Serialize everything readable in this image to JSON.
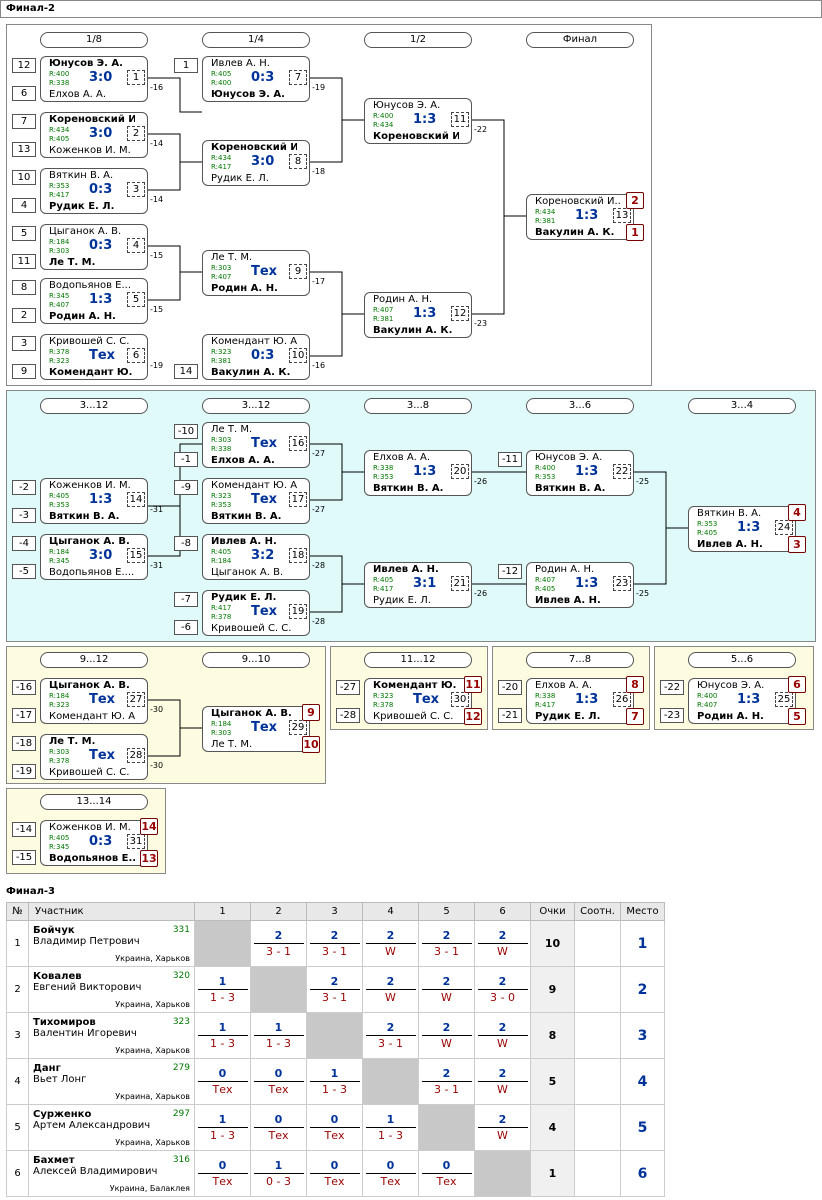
{
  "final2": {
    "title": "Финал-2",
    "main": {
      "rounds": [
        "1/8",
        "1/4",
        "1/2",
        "Финал"
      ]
    },
    "s312": {
      "rounds": [
        "3...12",
        "3...12",
        "3...8",
        "3...6",
        "3...4"
      ]
    },
    "s912": {
      "rounds": [
        "9...12",
        "9...10"
      ]
    },
    "s1112": {
      "rounds": [
        "11...12"
      ]
    },
    "s78": {
      "rounds": [
        "7...8"
      ]
    },
    "s56": {
      "rounds": [
        "5...6"
      ]
    },
    "s1314": {
      "rounds": [
        "13...14"
      ]
    },
    "matches": [
      {
        "id": "m1",
        "p1": "Юнусов Э. А.",
        "r1": "R:400",
        "p2": "Елхов А. А.",
        "r2": "R:338",
        "score": "3:0",
        "num": "1",
        "w": 1,
        "s1": "12",
        "s2": "6",
        "out": "-16"
      },
      {
        "id": "m2",
        "p1": "Кореновский И...",
        "r1": "R:434",
        "p2": "Коженков И. М.",
        "r2": "R:405",
        "score": "3:0",
        "num": "2",
        "w": 1,
        "s1": "7",
        "s2": "13",
        "out": "-14"
      },
      {
        "id": "m3",
        "p1": "Вяткин В. А.",
        "r1": "R:353",
        "p2": "Рудик Е. Л.",
        "r2": "R:417",
        "score": "0:3",
        "num": "3",
        "w": 2,
        "s1": "10",
        "s2": "4",
        "out": "-14"
      },
      {
        "id": "m4",
        "p1": "Цыганок А. В.",
        "r1": "R:184",
        "p2": "Ле Т. М.",
        "r2": "R:303",
        "score": "0:3",
        "num": "4",
        "w": 2,
        "s1": "5",
        "s2": "11",
        "out": "-15"
      },
      {
        "id": "m5",
        "p1": "Водопьянов Е...",
        "r1": "R:345",
        "p2": "Родин А. Н.",
        "r2": "R:407",
        "score": "1:3",
        "num": "5",
        "w": 2,
        "s1": "8",
        "s2": "2",
        "out": "-15"
      },
      {
        "id": "m6",
        "p1": "Кривошей С. С.",
        "r1": "R:378",
        "p2": "Комендант Ю. А.",
        "r2": "R:323",
        "score": "Тех",
        "num": "6",
        "w": 2,
        "s1": "3",
        "s2": "9",
        "out": "-19"
      },
      {
        "id": "m7",
        "p1": "Ивлев А. Н.",
        "r1": "R:405",
        "p2": "Юнусов Э. А.",
        "r2": "R:400",
        "score": "0:3",
        "num": "7",
        "w": 2,
        "s1": "1",
        "out": "-19"
      },
      {
        "id": "m8",
        "p1": "Кореновский И...",
        "r1": "R:434",
        "p2": "Рудик Е. Л.",
        "r2": "R:417",
        "score": "3:0",
        "num": "8",
        "w": 1,
        "out": "-18"
      },
      {
        "id": "m9",
        "p1": "Ле Т. М.",
        "r1": "R:303",
        "p2": "Родин А. Н.",
        "r2": "R:407",
        "score": "Тех",
        "num": "9",
        "w": 2,
        "out": "-17"
      },
      {
        "id": "m10",
        "p1": "Комендант Ю. А.",
        "r1": "R:323",
        "p2": "Вакулин А. К.",
        "r2": "R:381",
        "score": "0:3",
        "num": "10",
        "w": 2,
        "s2": "14",
        "out": "-16"
      },
      {
        "id": "m11",
        "p1": "Юнусов Э. А.",
        "r1": "R:400",
        "p2": "Кореновский И...",
        "r2": "R:434",
        "score": "1:3",
        "num": "11",
        "w": 2,
        "out": "-22"
      },
      {
        "id": "m12",
        "p1": "Родин А. Н.",
        "r1": "R:407",
        "p2": "Вакулин А. К.",
        "r2": "R:381",
        "score": "1:3",
        "num": "12",
        "w": 2,
        "out": "-23"
      },
      {
        "id": "m13",
        "p1": "Кореновский И...",
        "r1": "R:434",
        "p2": "Вакулин А. К.",
        "r2": "R:381",
        "score": "1:3",
        "num": "13",
        "w": 2,
        "pl1": "2",
        "pl2": "1"
      },
      {
        "id": "m14",
        "p1": "Коженков И. М.",
        "r1": "R:405",
        "p2": "Вяткин В. А.",
        "r2": "R:353",
        "score": "1:3",
        "num": "14",
        "w": 2,
        "s1": "-2",
        "s2": "-3",
        "out": "-31"
      },
      {
        "id": "m15",
        "p1": "Цыганок А. В.",
        "r1": "R:184",
        "p2": "Водопьянов Е....",
        "r2": "R:345",
        "score": "3:0",
        "num": "15",
        "w": 1,
        "s1": "-4",
        "s2": "-5",
        "out": "-31"
      },
      {
        "id": "m16",
        "p1": "Ле Т. М.",
        "r1": "R:303",
        "p2": "Елхов А. А.",
        "r2": "R:338",
        "score": "Тех",
        "num": "16",
        "w": 2,
        "s1": "-10",
        "s2": "-1",
        "out": "-27"
      },
      {
        "id": "m17",
        "p1": "Комендант Ю. А.",
        "r1": "R:323",
        "p2": "Вяткин В. А.",
        "r2": "R:353",
        "score": "Тех",
        "num": "17",
        "w": 2,
        "s1": "-9",
        "out": "-27"
      },
      {
        "id": "m18",
        "p1": "Ивлев А. Н.",
        "r1": "R:405",
        "p2": "Цыганок А. В.",
        "r2": "R:184",
        "score": "3:2",
        "num": "18",
        "w": 1,
        "s1": "-8",
        "out": "-28"
      },
      {
        "id": "m19",
        "p1": "Рудик Е. Л.",
        "r1": "R:417",
        "p2": "Кривошей С. С.",
        "r2": "R:378",
        "score": "Тех",
        "num": "19",
        "w": 1,
        "s1": "-7",
        "s2": "-6",
        "out": "-28"
      },
      {
        "id": "m20",
        "p1": "Елхов А. А.",
        "r1": "R:338",
        "p2": "Вяткин В. А.",
        "r2": "R:353",
        "score": "1:3",
        "num": "20",
        "w": 2,
        "out": "-26"
      },
      {
        "id": "m21",
        "p1": "Ивлев А. Н.",
        "r1": "R:405",
        "p2": "Рудик Е. Л.",
        "r2": "R:417",
        "score": "3:1",
        "num": "21",
        "w": 1,
        "out": "-26"
      },
      {
        "id": "m22",
        "p1": "Юнусов Э. А.",
        "r1": "R:400",
        "p2": "Вяткин В. А.",
        "r2": "R:353",
        "score": "1:3",
        "num": "22",
        "w": 2,
        "s1": "-11",
        "out": "-25"
      },
      {
        "id": "m23",
        "p1": "Родин А. Н.",
        "r1": "R:407",
        "p2": "Ивлев А. Н.",
        "r2": "R:405",
        "score": "1:3",
        "num": "23",
        "w": 2,
        "s1": "-12",
        "out": "-25"
      },
      {
        "id": "m24",
        "p1": "Вяткин В. А.",
        "r1": "R:353",
        "p2": "Ивлев А. Н.",
        "r2": "R:405",
        "score": "1:3",
        "num": "24",
        "w": 2,
        "pl1": "4",
        "pl2": "3"
      },
      {
        "id": "m27",
        "p1": "Цыганок А. В.",
        "r1": "R:184",
        "p2": "Комендант Ю. А.",
        "r2": "R:323",
        "score": "Тех",
        "num": "27",
        "w": 1,
        "s1": "-16",
        "s2": "-17",
        "out": "-30"
      },
      {
        "id": "m28",
        "p1": "Ле Т. М.",
        "r1": "R:303",
        "p2": "Кривошей С. С.",
        "r2": "R:378",
        "score": "Тех",
        "num": "28",
        "w": 1,
        "s1": "-18",
        "s2": "-19",
        "out": "-30"
      },
      {
        "id": "m29",
        "p1": "Цыганок А. В.",
        "r1": "R:184",
        "p2": "Ле Т. М.",
        "r2": "R:303",
        "score": "Тех",
        "num": "29",
        "w": 1,
        "pl1": "9",
        "pl2": "10"
      },
      {
        "id": "m30",
        "p1": "Комендант Ю. А.",
        "r1": "R:323",
        "p2": "Кривошей С. С.",
        "r2": "R:378",
        "score": "Тех",
        "num": "30",
        "w": 1,
        "s1": "-27",
        "s2": "-28",
        "pl1": "11",
        "pl2": "12"
      },
      {
        "id": "m26",
        "p1": "Елхов А. А.",
        "r1": "R:338",
        "p2": "Рудик Е. Л.",
        "r2": "R:417",
        "score": "1:3",
        "num": "26",
        "w": 2,
        "s1": "-20",
        "s2": "-21",
        "pl1": "8",
        "pl2": "7"
      },
      {
        "id": "m25",
        "p1": "Юнусов Э. А.",
        "r1": "R:400",
        "p2": "Родин А. Н.",
        "r2": "R:407",
        "score": "1:3",
        "num": "25",
        "w": 2,
        "s1": "-22",
        "s2": "-23",
        "pl1": "6",
        "pl2": "5"
      },
      {
        "id": "m31",
        "p1": "Коженков И. М.",
        "r1": "R:405",
        "p2": "Водопьянов Е....",
        "r2": "R:345",
        "score": "0:3",
        "num": "31",
        "w": 2,
        "s1": "-14",
        "s2": "-15",
        "pl1": "14",
        "pl2": "13"
      }
    ]
  },
  "final3": {
    "title": "Финал-3",
    "headers": [
      "№",
      "Участник",
      "1",
      "2",
      "3",
      "4",
      "5",
      "6",
      "Очки",
      "Соотн.",
      "Место"
    ],
    "players": [
      {
        "n": "1",
        "last": "Бойчук",
        "first": "Владимир Петрович",
        "rating": "331",
        "city": "Украина, Харьков",
        "res": [
          null,
          [
            "2",
            "3 - 1"
          ],
          [
            "2",
            "3 - 1"
          ],
          [
            "2",
            "W"
          ],
          [
            "2",
            "3 - 1"
          ],
          [
            "2",
            "W"
          ]
        ],
        "pts": "10",
        "rel": "",
        "place": "1"
      },
      {
        "n": "2",
        "last": "Ковалев",
        "first": "Евгений Викторович",
        "rating": "320",
        "city": "Украина, Харьков",
        "res": [
          [
            "1",
            "1 - 3"
          ],
          null,
          [
            "2",
            "3 - 1"
          ],
          [
            "2",
            "W"
          ],
          [
            "2",
            "W"
          ],
          [
            "2",
            "3 - 0"
          ]
        ],
        "pts": "9",
        "rel": "",
        "place": "2"
      },
      {
        "n": "3",
        "last": "Тихомиров",
        "first": "Валентин Игоревич",
        "rating": "323",
        "city": "Украина, Харьков",
        "res": [
          [
            "1",
            "1 - 3"
          ],
          [
            "1",
            "1 - 3"
          ],
          null,
          [
            "2",
            "3 - 1"
          ],
          [
            "2",
            "W"
          ],
          [
            "2",
            "W"
          ]
        ],
        "pts": "8",
        "rel": "",
        "place": "3"
      },
      {
        "n": "4",
        "last": "Данг",
        "first": "Вьет Лонг",
        "rating": "279",
        "city": "Украина, Харьков",
        "res": [
          [
            "0",
            "Тех"
          ],
          [
            "0",
            "Тех"
          ],
          [
            "1",
            "1 - 3"
          ],
          null,
          [
            "2",
            "3 - 1"
          ],
          [
            "2",
            "W"
          ]
        ],
        "pts": "5",
        "rel": "",
        "place": "4"
      },
      {
        "n": "5",
        "last": "Сурженко",
        "first": "Артем Александрович",
        "rating": "297",
        "city": "Украина, Харьков",
        "res": [
          [
            "1",
            "1 - 3"
          ],
          [
            "0",
            "Тех"
          ],
          [
            "0",
            "Тех"
          ],
          [
            "1",
            "1 - 3"
          ],
          null,
          [
            "2",
            "W"
          ]
        ],
        "pts": "4",
        "rel": "",
        "place": "5"
      },
      {
        "n": "6",
        "last": "Бахмет",
        "first": "Алексей Владимирович",
        "rating": "316",
        "city": "Украина, Балаклея",
        "res": [
          [
            "0",
            "Тех"
          ],
          [
            "1",
            "0 - 3"
          ],
          [
            "0",
            "Тех"
          ],
          [
            "0",
            "Тех"
          ],
          [
            "0",
            "Тех"
          ],
          null
        ],
        "pts": "1",
        "rel": "",
        "place": "6"
      }
    ]
  }
}
